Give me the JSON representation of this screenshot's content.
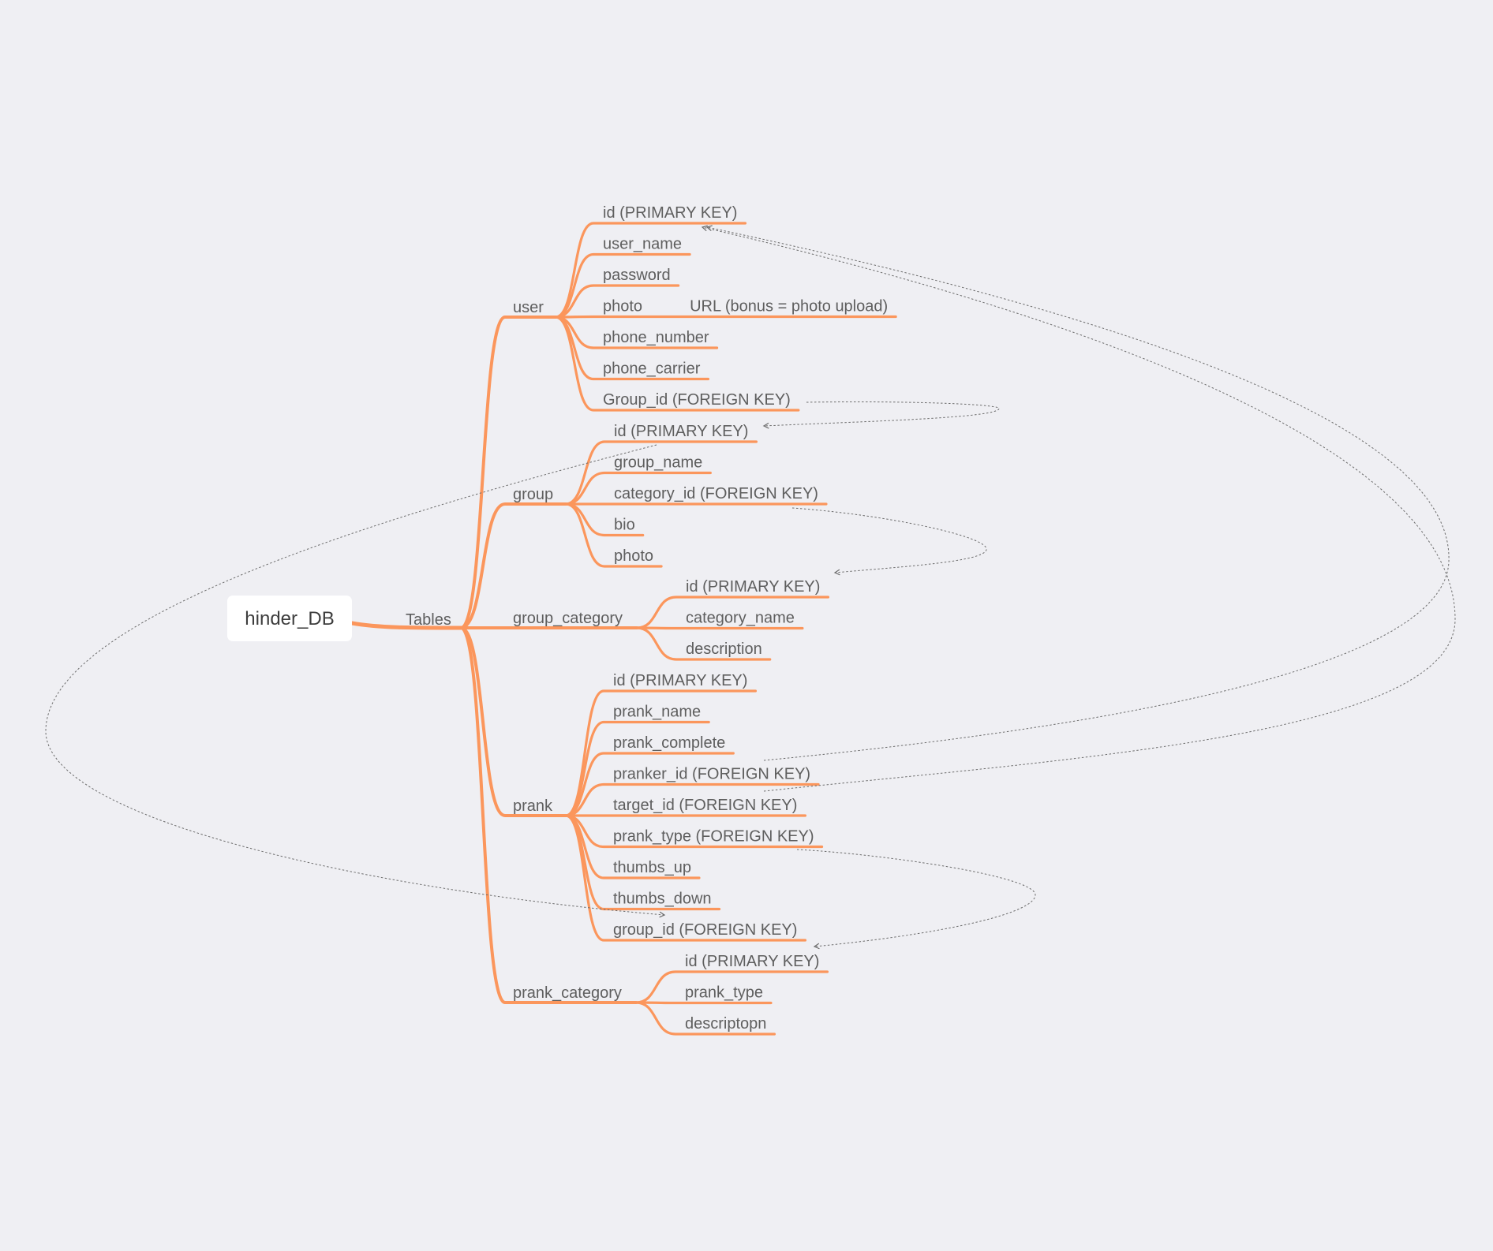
{
  "root": {
    "label": "hinder_DB"
  },
  "hub": {
    "label": "Tables"
  },
  "tables": [
    {
      "name": "user",
      "fields": [
        "id (PRIMARY KEY)",
        "user_name",
        "password",
        "photo",
        "phone_number",
        "phone_carrier",
        "Group_id (FOREIGN KEY)"
      ]
    },
    {
      "name": "group",
      "fields": [
        "id (PRIMARY KEY)",
        "group_name",
        "category_id (FOREIGN KEY)",
        "bio",
        "photo"
      ]
    },
    {
      "name": "group_category",
      "fields": [
        "id (PRIMARY KEY)",
        "category_name",
        "description"
      ]
    },
    {
      "name": "prank",
      "fields": [
        "id (PRIMARY KEY)",
        "prank_name",
        "prank_complete",
        "pranker_id (FOREIGN KEY)",
        "target_id (FOREIGN KEY)",
        "prank_type (FOREIGN KEY)",
        "thumbs_up",
        "thumbs_down",
        "group_id (FOREIGN KEY)"
      ]
    },
    {
      "name": "prank_category",
      "fields": [
        "id (PRIMARY KEY)",
        "prank_type",
        "descriptopn"
      ]
    }
  ],
  "notes": [
    {
      "table": 0,
      "field": 3,
      "label": "URL (bonus = photo upload)"
    }
  ],
  "relationships": [
    {
      "from": "user.Group_id (FOREIGN KEY)",
      "to": "group.id (PRIMARY KEY)"
    },
    {
      "from": "group.category_id (FOREIGN KEY)",
      "to": "group_category.id (PRIMARY KEY)"
    },
    {
      "from": "prank.prank_complete",
      "to": "user.id (PRIMARY KEY)"
    },
    {
      "from": "prank.pranker_id (FOREIGN KEY)",
      "to": "user.id (PRIMARY KEY)"
    },
    {
      "from": "prank.prank_type (FOREIGN KEY)",
      "to": "prank.group_id (FOREIGN KEY)"
    },
    {
      "from": "group.id (PRIMARY KEY)",
      "to": "prank.thumbs_down"
    }
  ],
  "colors": {
    "branch": "#fb965c",
    "background": "#efeff3",
    "text": "#5e5e5e",
    "relationship": "#6c6c6c"
  }
}
